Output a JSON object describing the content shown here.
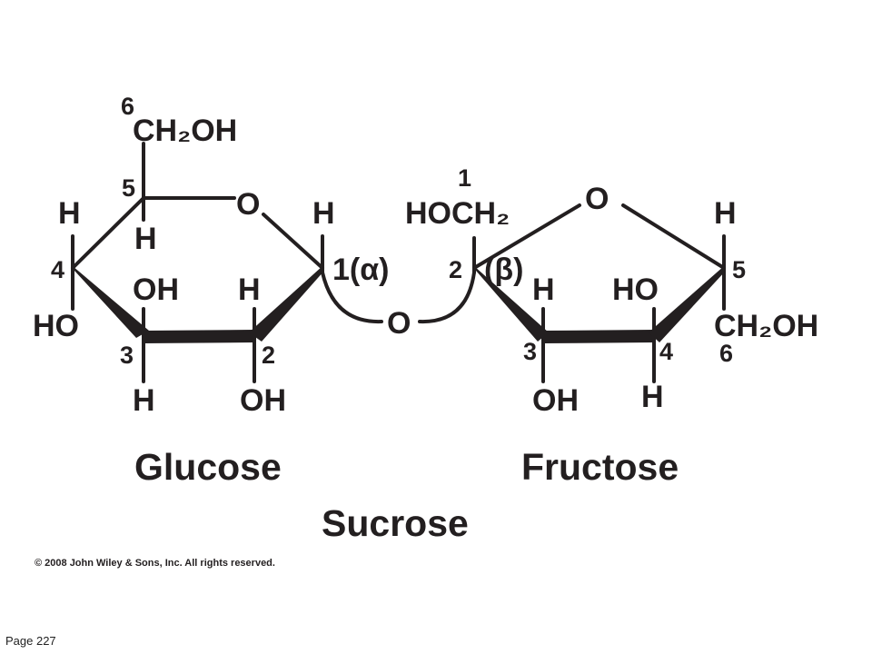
{
  "diagram": {
    "glucose": {
      "c6": "6",
      "ch2oh": "CH₂OH",
      "c5": "5",
      "h5": "H",
      "ring_o": "O",
      "h1": "H",
      "c1": "1(α)",
      "h4": "H",
      "c4": "4",
      "ho4": "HO",
      "oh3": "OH",
      "h2": "H",
      "c3": "3",
      "h3": "H",
      "c2": "2",
      "oh2": "OH",
      "name": "Glucose"
    },
    "bridge_o": "O",
    "fructose": {
      "c1": "1",
      "hoch2": "HOCH₂",
      "ring_o": "O",
      "h5": "H",
      "c5": "5",
      "c2": "2",
      "beta": "(β)",
      "h3": "H",
      "ho4": "HO",
      "ch2oh": "CH₂OH",
      "c6": "6",
      "c3": "3",
      "oh3": "OH",
      "c4": "4",
      "h4": "H",
      "name": "Fructose"
    },
    "title": "Sucrose",
    "copyright": "© 2008 John Wiley & Sons, Inc. All rights reserved."
  },
  "footer": {
    "page_label": "Page 227"
  }
}
